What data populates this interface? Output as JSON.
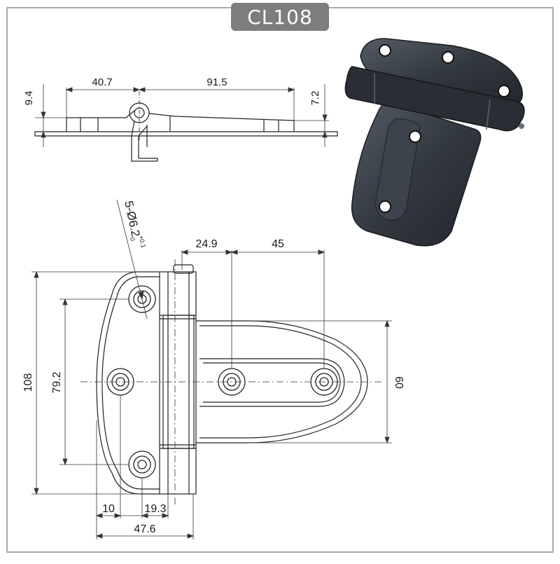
{
  "model_code": "CL108",
  "side_view": {
    "dim_left_width": "40.7",
    "dim_right_width": "91.5",
    "dim_left_height": "9.4",
    "dim_right_height": "7.2"
  },
  "front_view": {
    "hole_callout_main": "5-Ø6.2",
    "hole_callout_tol_upper": "+0.1",
    "hole_callout_tol_lower": "0",
    "dim_pitch_a": "24.9",
    "dim_pitch_b": "45",
    "dim_overall_height": "108",
    "dim_hole_span": "79.2",
    "dim_leaf_height": "60",
    "dim_edge_to_hole": "10",
    "dim_hole_to_knuckle": "19.3",
    "dim_base_width": "47.6"
  },
  "photo": {
    "color": "#2f343b",
    "highlight": "#5b626c",
    "hole_color": "#ffffff"
  }
}
